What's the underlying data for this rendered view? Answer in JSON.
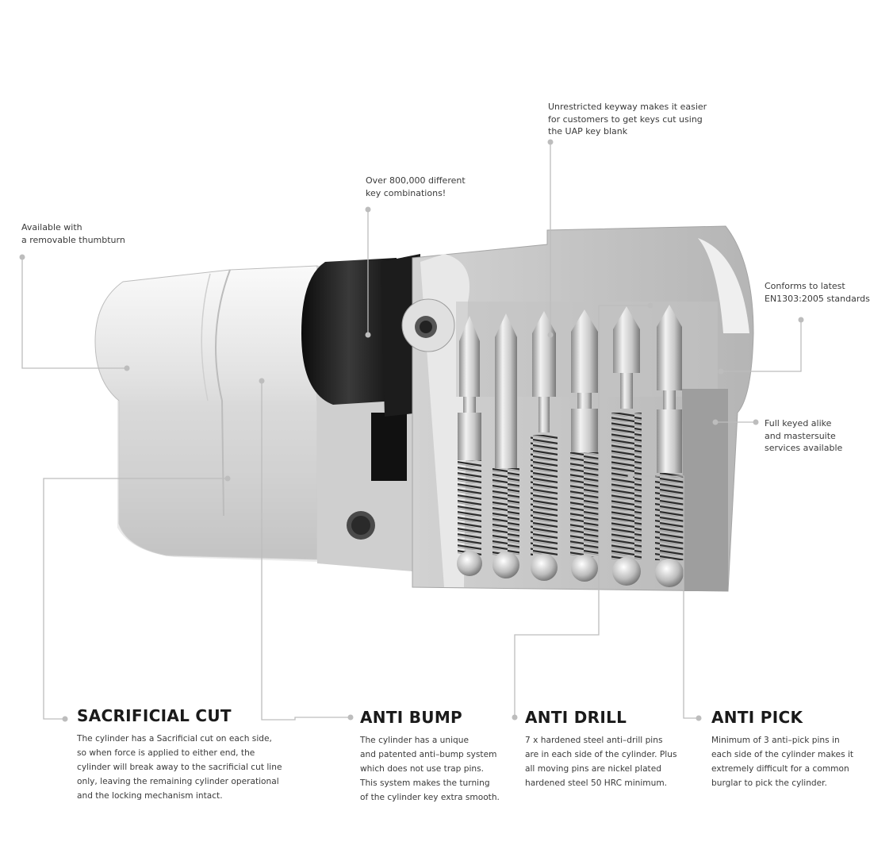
{
  "callouts": {
    "thumbturn": [
      "Available with",
      "a removable thumbturn"
    ],
    "combinations": [
      "Over 800,000 different",
      "key combinations!"
    ],
    "keyway": [
      "Unrestricted keyway makes it easier",
      "for customers to get keys cut using",
      "the UAP key blank"
    ],
    "standards": [
      "Conforms to latest",
      "EN1303:2005 standards"
    ],
    "keyed_alike": [
      "Full keyed alike",
      "and mastersuite",
      "services available"
    ]
  },
  "features": [
    {
      "title": "SACRIFICIAL CUT",
      "body": "The cylinder has a Sacrificial cut on each side,\nso when force is applied to either end, the\ncylinder will break away to the sacrificial cut line\nonly,  leaving the remaining cylinder operational\nand the locking mechanism intact."
    },
    {
      "title": "ANTI BUMP",
      "body": "The cylinder has a unique\nand patented anti–bump system\nwhich does not use trap pins.\nThis system makes the turning\nof the cylinder key extra smooth."
    },
    {
      "title": "ANTI DRILL",
      "body": "7 x hardened steel anti–drill pins\nare in each side of the cylinder.  Plus\nall moving pins are nickel plated\nhardened steel 50 HRC minimum."
    },
    {
      "title": "ANTI PICK",
      "body": "Minimum of 3 anti–pick pins in\neach side of the cylinder makes it\nextremely difficult for a common\nburglar to pick the cylinder."
    }
  ]
}
